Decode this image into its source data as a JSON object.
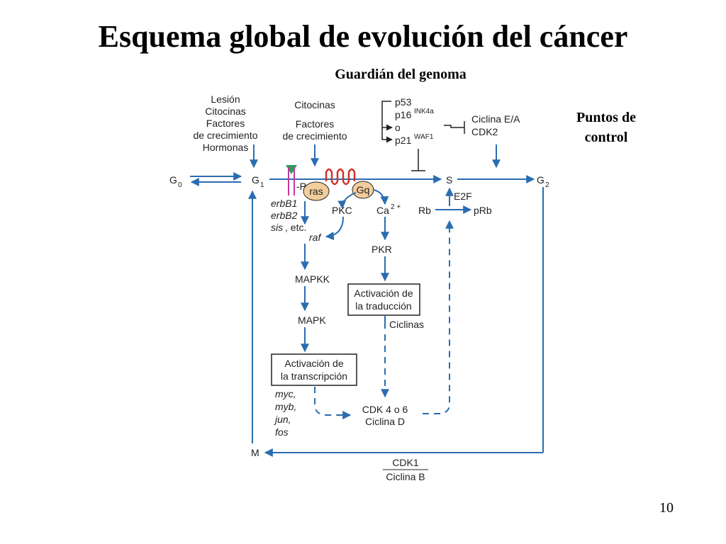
{
  "slide": {
    "title": "Esquema global de evolución del cáncer",
    "subtitle": "Guardián del genoma",
    "checkpoints_line1": "Puntos de",
    "checkpoints_line2": "control",
    "page_number": "10"
  },
  "diagram": {
    "inputs_left": [
      "Lesión",
      "Citocinas",
      "Factores",
      "de crecimiento",
      "Hormonas"
    ],
    "inputs_middle": [
      "Citocinas",
      "Factores",
      "de crecimiento"
    ],
    "inhibitors": {
      "p53": "p53",
      "p16": "p16",
      "p16_sup": "INK4a",
      "o": "o",
      "p21": "p21",
      "p21_sup": "WAF1"
    },
    "cyclin_ea": "Ciclina E/A",
    "cdk2": "CDK2",
    "phases": {
      "g0": "G",
      "g0_sub": "0",
      "g1": "G",
      "g1_sub": "1",
      "s": "S",
      "g2": "G",
      "g2_sub": "2",
      "m": "M"
    },
    "receptor": {
      "p": "-P",
      "ras": "ras",
      "gq": "Gq",
      "oncogenes": [
        "erbB1",
        "erbB2",
        "sis"
      ],
      "etc": ", etc."
    },
    "signaling": {
      "pkc": "PKC",
      "ca": "Ca",
      "ca_sup": "2 +",
      "raf": "raf",
      "pkr": "PKR",
      "mapkk": "MAPKK",
      "mapk": "MAPK",
      "e2f": "E2F",
      "rb": "Rb",
      "prb": "pRb"
    },
    "translation_box": [
      "Activación de",
      "la traducción"
    ],
    "cyclins": "Ciclinas",
    "transcription_box": [
      "Activación de",
      "la transcripción"
    ],
    "genes": [
      "myc,",
      "myb,",
      "jun,",
      "fos"
    ],
    "cdk46": [
      "CDK 4 o 6",
      "Ciclina D"
    ],
    "cdk1": "CDK1",
    "cyclin_b": "Ciclina B"
  },
  "colors": {
    "flow": "#2a6db0",
    "node_fill": "#f2cd9c",
    "receptor_green": "#2e9a5a",
    "receptor_magenta": "#c0399a",
    "coil_red": "#d2302a"
  }
}
